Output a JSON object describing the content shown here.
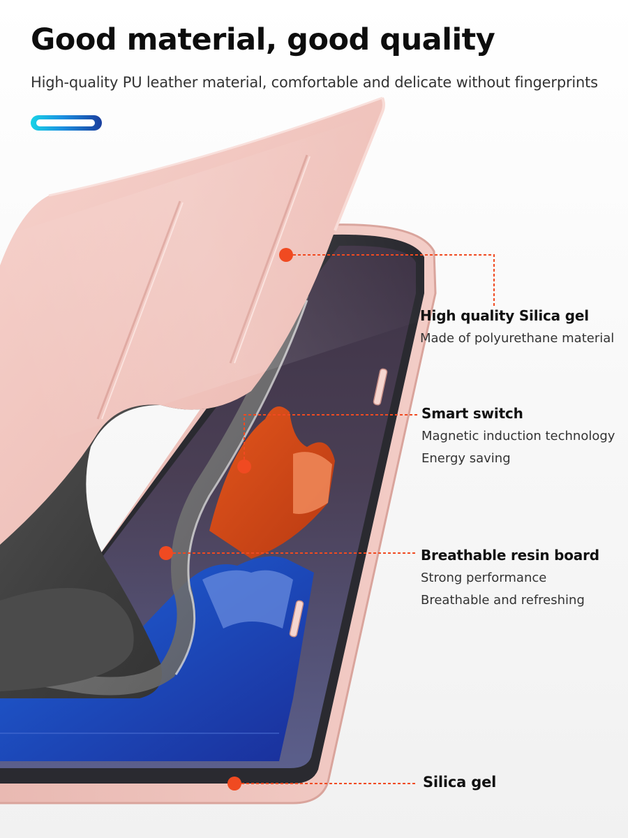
{
  "header": {
    "title": "Good material, good quality",
    "subtitle": "High-quality PU leather material, comfortable and delicate without fingerprints"
  },
  "features": [
    {
      "title": "High quality Silica gel",
      "lines": [
        "Made of polyurethane material"
      ]
    },
    {
      "title": "Smart switch",
      "lines": [
        "Magnetic induction technology",
        "Energy saving"
      ]
    },
    {
      "title": "Breathable resin board",
      "lines": [
        "Strong performance",
        "Breathable and refreshing"
      ]
    },
    {
      "title": "Silica gel",
      "lines": []
    }
  ],
  "colors": {
    "accent": "#f04a21",
    "cover": "#f2c8c2",
    "bar_gradient": [
      "#19d3e6",
      "#1b8fe0",
      "#1a3f9e"
    ]
  }
}
